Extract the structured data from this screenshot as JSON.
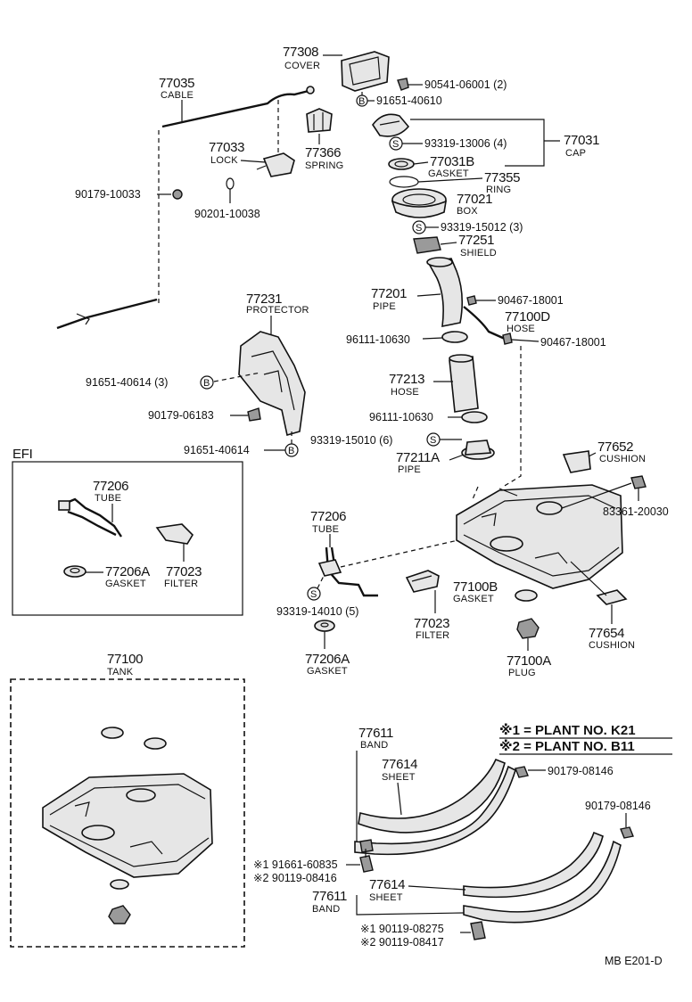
{
  "parts": {
    "cover": {
      "num": "77308",
      "label": "COVER"
    },
    "cable": {
      "num": "77035",
      "label": "CABLE"
    },
    "lock": {
      "num": "77033",
      "label": "LOCK"
    },
    "spring": {
      "num": "77366",
      "label": "SPRING"
    },
    "cap": {
      "num": "77031",
      "label": "CAP"
    },
    "gasket_cap": {
      "num": "77031B",
      "label": "GASKET"
    },
    "ring": {
      "num": "77355",
      "label": "RING"
    },
    "box": {
      "num": "77021",
      "label": "BOX"
    },
    "shield": {
      "num": "77251",
      "label": "SHIELD"
    },
    "pipe": {
      "num": "77201",
      "label": "PIPE"
    },
    "hose_d": {
      "num": "77100D",
      "label": "HOSE"
    },
    "protector": {
      "num": "77231",
      "label": "PROTECTOR"
    },
    "hose": {
      "num": "77213",
      "label": "HOSE"
    },
    "pipe_a": {
      "num": "77211A",
      "label": "PIPE"
    },
    "cushion_top": {
      "num": "77652",
      "label": "CUSHION"
    },
    "tube_efi": {
      "num": "77206",
      "label": "TUBE"
    },
    "gasket_efi": {
      "num": "77206A",
      "label": "GASKET"
    },
    "filter_efi": {
      "num": "77023",
      "label": "FILTER"
    },
    "tube": {
      "num": "77206",
      "label": "TUBE"
    },
    "gasket_b": {
      "num": "77100B",
      "label": "GASKET"
    },
    "cushion_bot": {
      "num": "77654",
      "label": "CUSHION"
    },
    "filter": {
      "num": "77023",
      "label": "FILTER"
    },
    "gasket_a": {
      "num": "77206A",
      "label": "GASKET"
    },
    "plug": {
      "num": "77100A",
      "label": "PLUG"
    },
    "tank": {
      "num": "77100",
      "label": "TANK"
    },
    "band_top": {
      "num": "77611",
      "label": "BAND"
    },
    "sheet_top": {
      "num": "77614",
      "label": "SHEET"
    },
    "sheet_bot": {
      "num": "77614",
      "label": "SHEET"
    },
    "band_bot": {
      "num": "77611",
      "label": "BAND"
    }
  },
  "fasteners": {
    "f1": "90541-06001 (2)",
    "f2": "91651-40610",
    "f3": "93319-13006 (4)",
    "f4": "93319-15012 (3)",
    "f5": "90179-10033",
    "f6": "90201-10038",
    "f7": "90467-18001",
    "f8": "96111-10630",
    "f9": "90467-18001",
    "f10": "91651-40614 (3)",
    "f11": "90179-06183",
    "f12": "96111-10630",
    "f13": "93319-15010 (6)",
    "f14": "91651-40614",
    "f15": "83361-20030",
    "f16": "93319-14010 (5)",
    "f17": "90179-08146",
    "f18": "90179-08146",
    "f19a": "※1 91661-60835",
    "f19b": "※2 90119-08416",
    "f20a": "※1 90119-08275",
    "f20b": "※2 90119-08417"
  },
  "symbols": {
    "s": "S",
    "b": "B"
  },
  "efi": {
    "title": "EFI"
  },
  "legend": {
    "plant1": "※1 =  PLANT  NO. K21",
    "plant2": "※2 =  PLANT  NO. B11"
  },
  "code": "MB  E201-D"
}
